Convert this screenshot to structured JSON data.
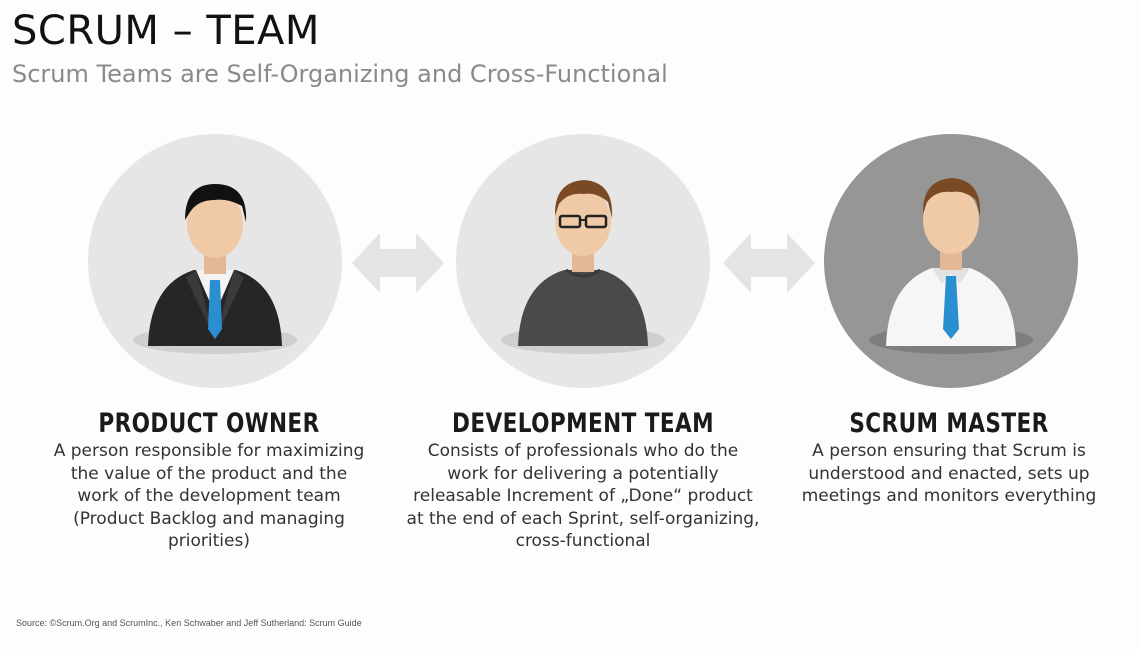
{
  "slide": {
    "title": "SCRUM – TEAM",
    "subtitle": "Scrum Teams are Self-Organizing and Cross-Functional",
    "source": "Source: ©Scrum.Org and ScrumInc., Ken Schwaber and Jeff Sutherland: Scrum Guide"
  },
  "roles": [
    {
      "title": "PRODUCT OWNER",
      "description": "A person responsible for maximizing\nthe value of the product and the\nwork of the development team\n(Product Backlog and managing\npriorities)",
      "avatar": "businessman-suit-icon"
    },
    {
      "title": "DEVELOPMENT TEAM",
      "description": "Consists of professionals who do the\nwork for delivering a potentially\nreleasable Increment of „Done“ product\nat the end of each Sprint, self-organizing,\ncross-functional",
      "avatar": "developer-glasses-icon"
    },
    {
      "title": "SCRUM MASTER",
      "description": "A person ensuring that Scrum is\nunderstood and enacted, sets up\nmeetings and monitors everything",
      "avatar": "white-shirt-man-icon"
    }
  ],
  "connectors": [
    "double-arrow-icon",
    "double-arrow-icon"
  ],
  "colors": {
    "circle_light": "#e6e6e6",
    "circle_dark": "#969696",
    "tie_blue": "#2a8fd0",
    "arrow_gray": "#e4e4e4"
  }
}
